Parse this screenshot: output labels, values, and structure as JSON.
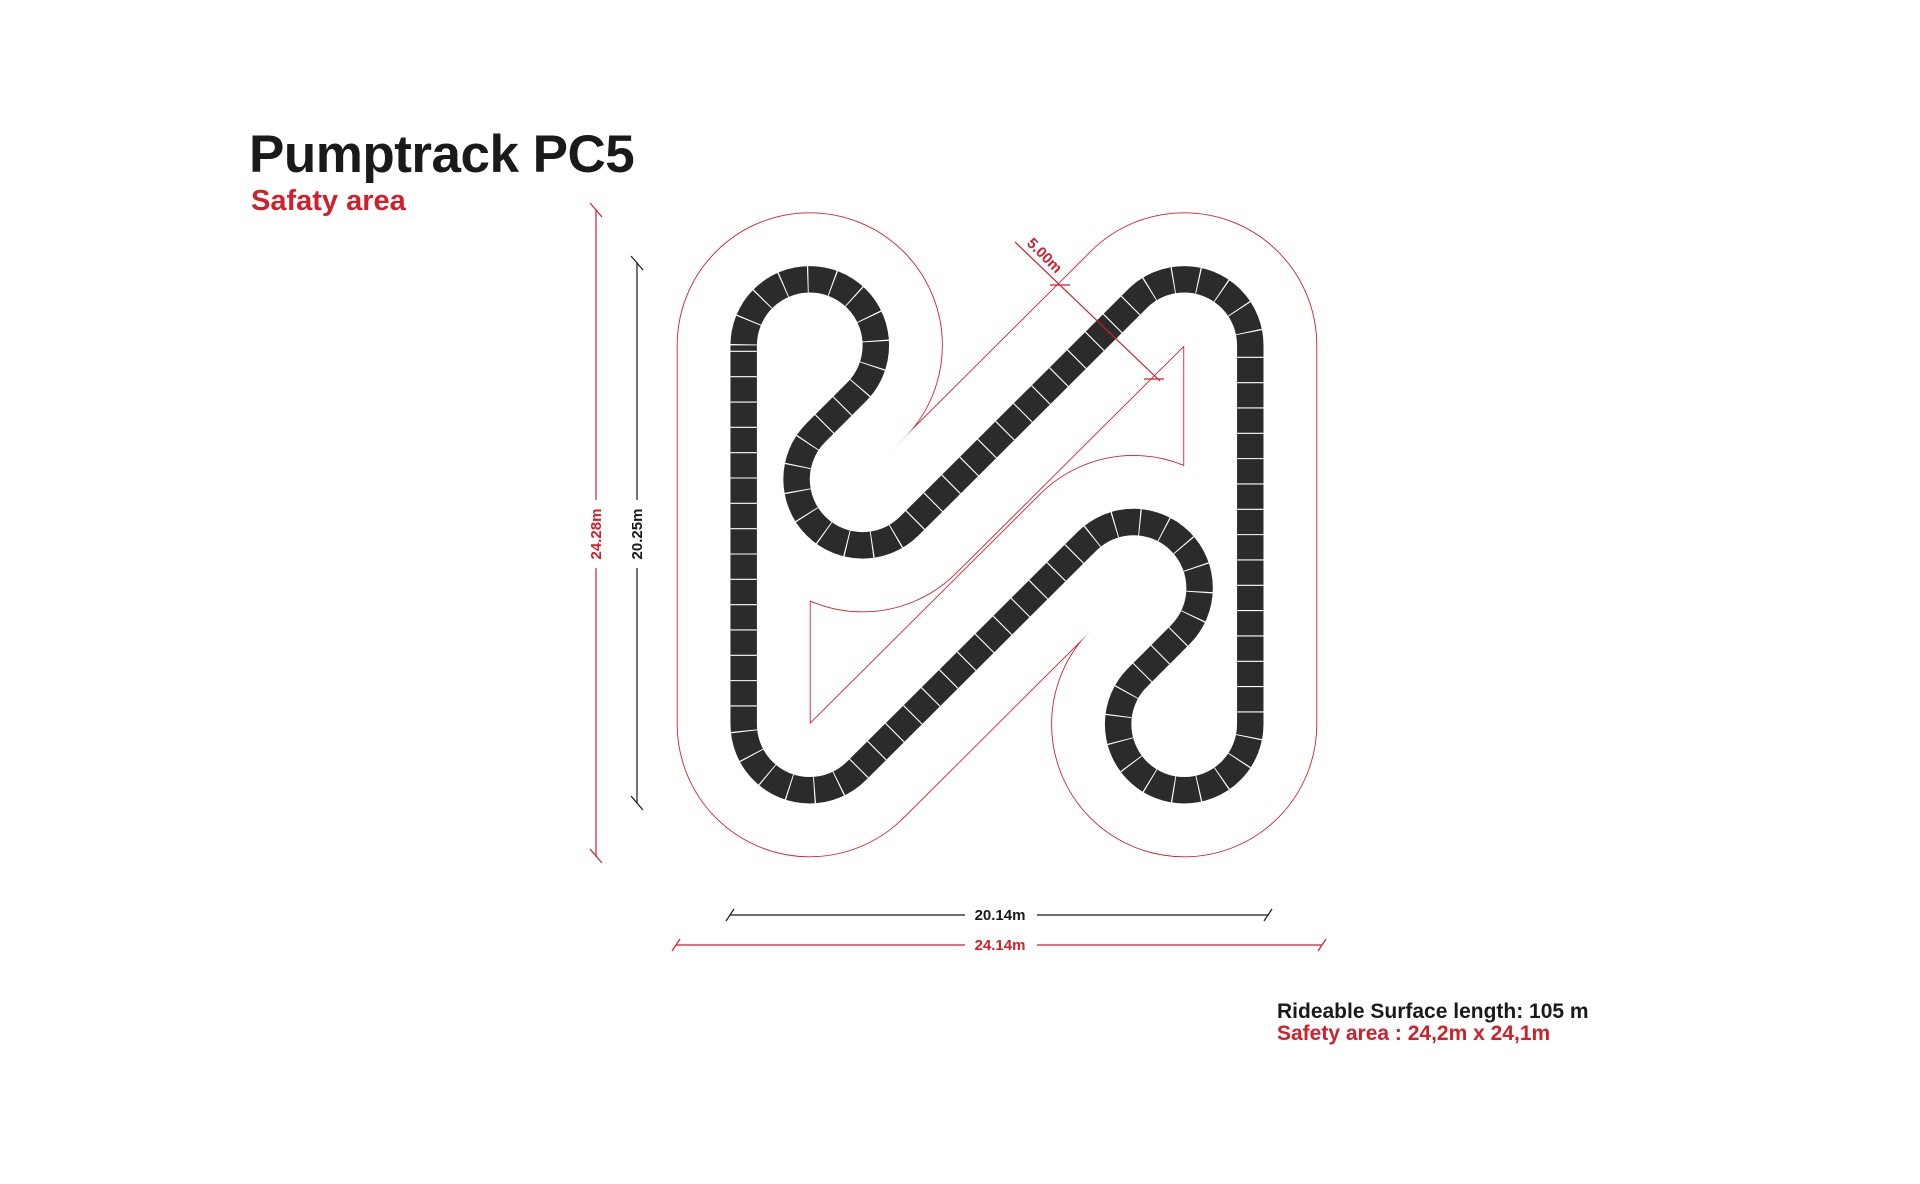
{
  "header": {
    "title": "Pumptrack PC5",
    "subtitle": "Safaty area"
  },
  "dimensions": {
    "safety_height": "24.28m",
    "track_height": "20.25m",
    "track_width": "20.14m",
    "safety_width": "24.14m",
    "safety_margin": "5.00m"
  },
  "info": {
    "surface_length": "Rideable Surface length: 105 m",
    "safety_area": "Safety area : 24,2m x 24,1m"
  },
  "colors": {
    "track": "#2b2b2b",
    "safety_line": "#d21f2a",
    "dimension_line": "#1a1a1a"
  }
}
